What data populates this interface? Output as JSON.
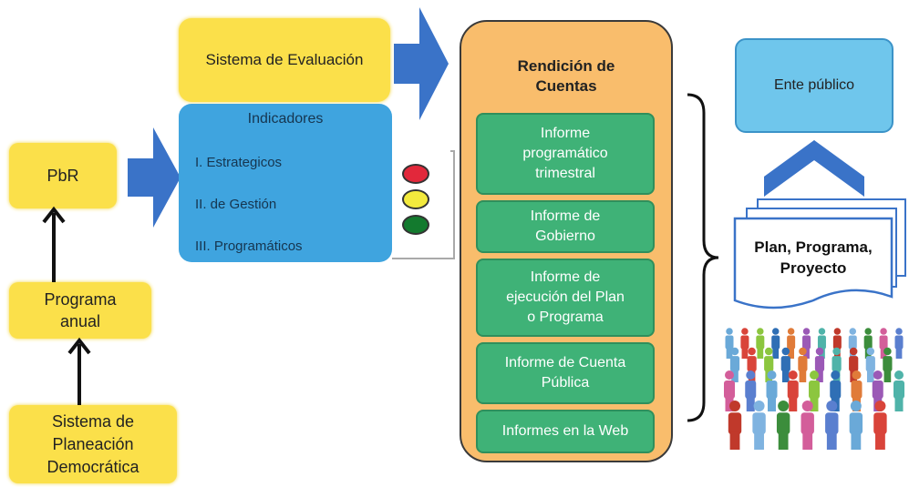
{
  "left_column": {
    "pbr": "PbR",
    "programa_anual": [
      "Programa",
      "anual"
    ],
    "sistema_planeacion": [
      "Sistema de",
      "Planeación",
      "Democrática"
    ]
  },
  "sistema_evaluacion": "Sistema de Evaluación",
  "indicadores": {
    "title": "Indicadores",
    "items": [
      "I.  Estrategicos",
      "II.  de Gestión",
      "III.  Programáticos"
    ]
  },
  "traffic_light": {
    "colors": [
      "#e2283b",
      "#f3ea3d",
      "#137a2e"
    ]
  },
  "rendicion": {
    "title": [
      "Rendición de",
      "Cuentas"
    ],
    "informes": [
      [
        "Informe",
        "programático",
        "trimestral"
      ],
      [
        "Informe  de",
        "Gobierno"
      ],
      [
        "Informe  de",
        "ejecución del Plan",
        "o Programa"
      ],
      [
        "Informe  de Cuenta",
        "Pública"
      ],
      [
        "Informes  en la Web"
      ]
    ]
  },
  "ente_publico": "Ente público",
  "plan_programa": [
    "Plan, Programa,",
    "Proyecto"
  ],
  "colors": {
    "yellow": "#fbe04a",
    "blue": "#3fa4df",
    "orange": "#f9bd6c",
    "green": "#3fb277",
    "arrow": "#3a73c8"
  }
}
